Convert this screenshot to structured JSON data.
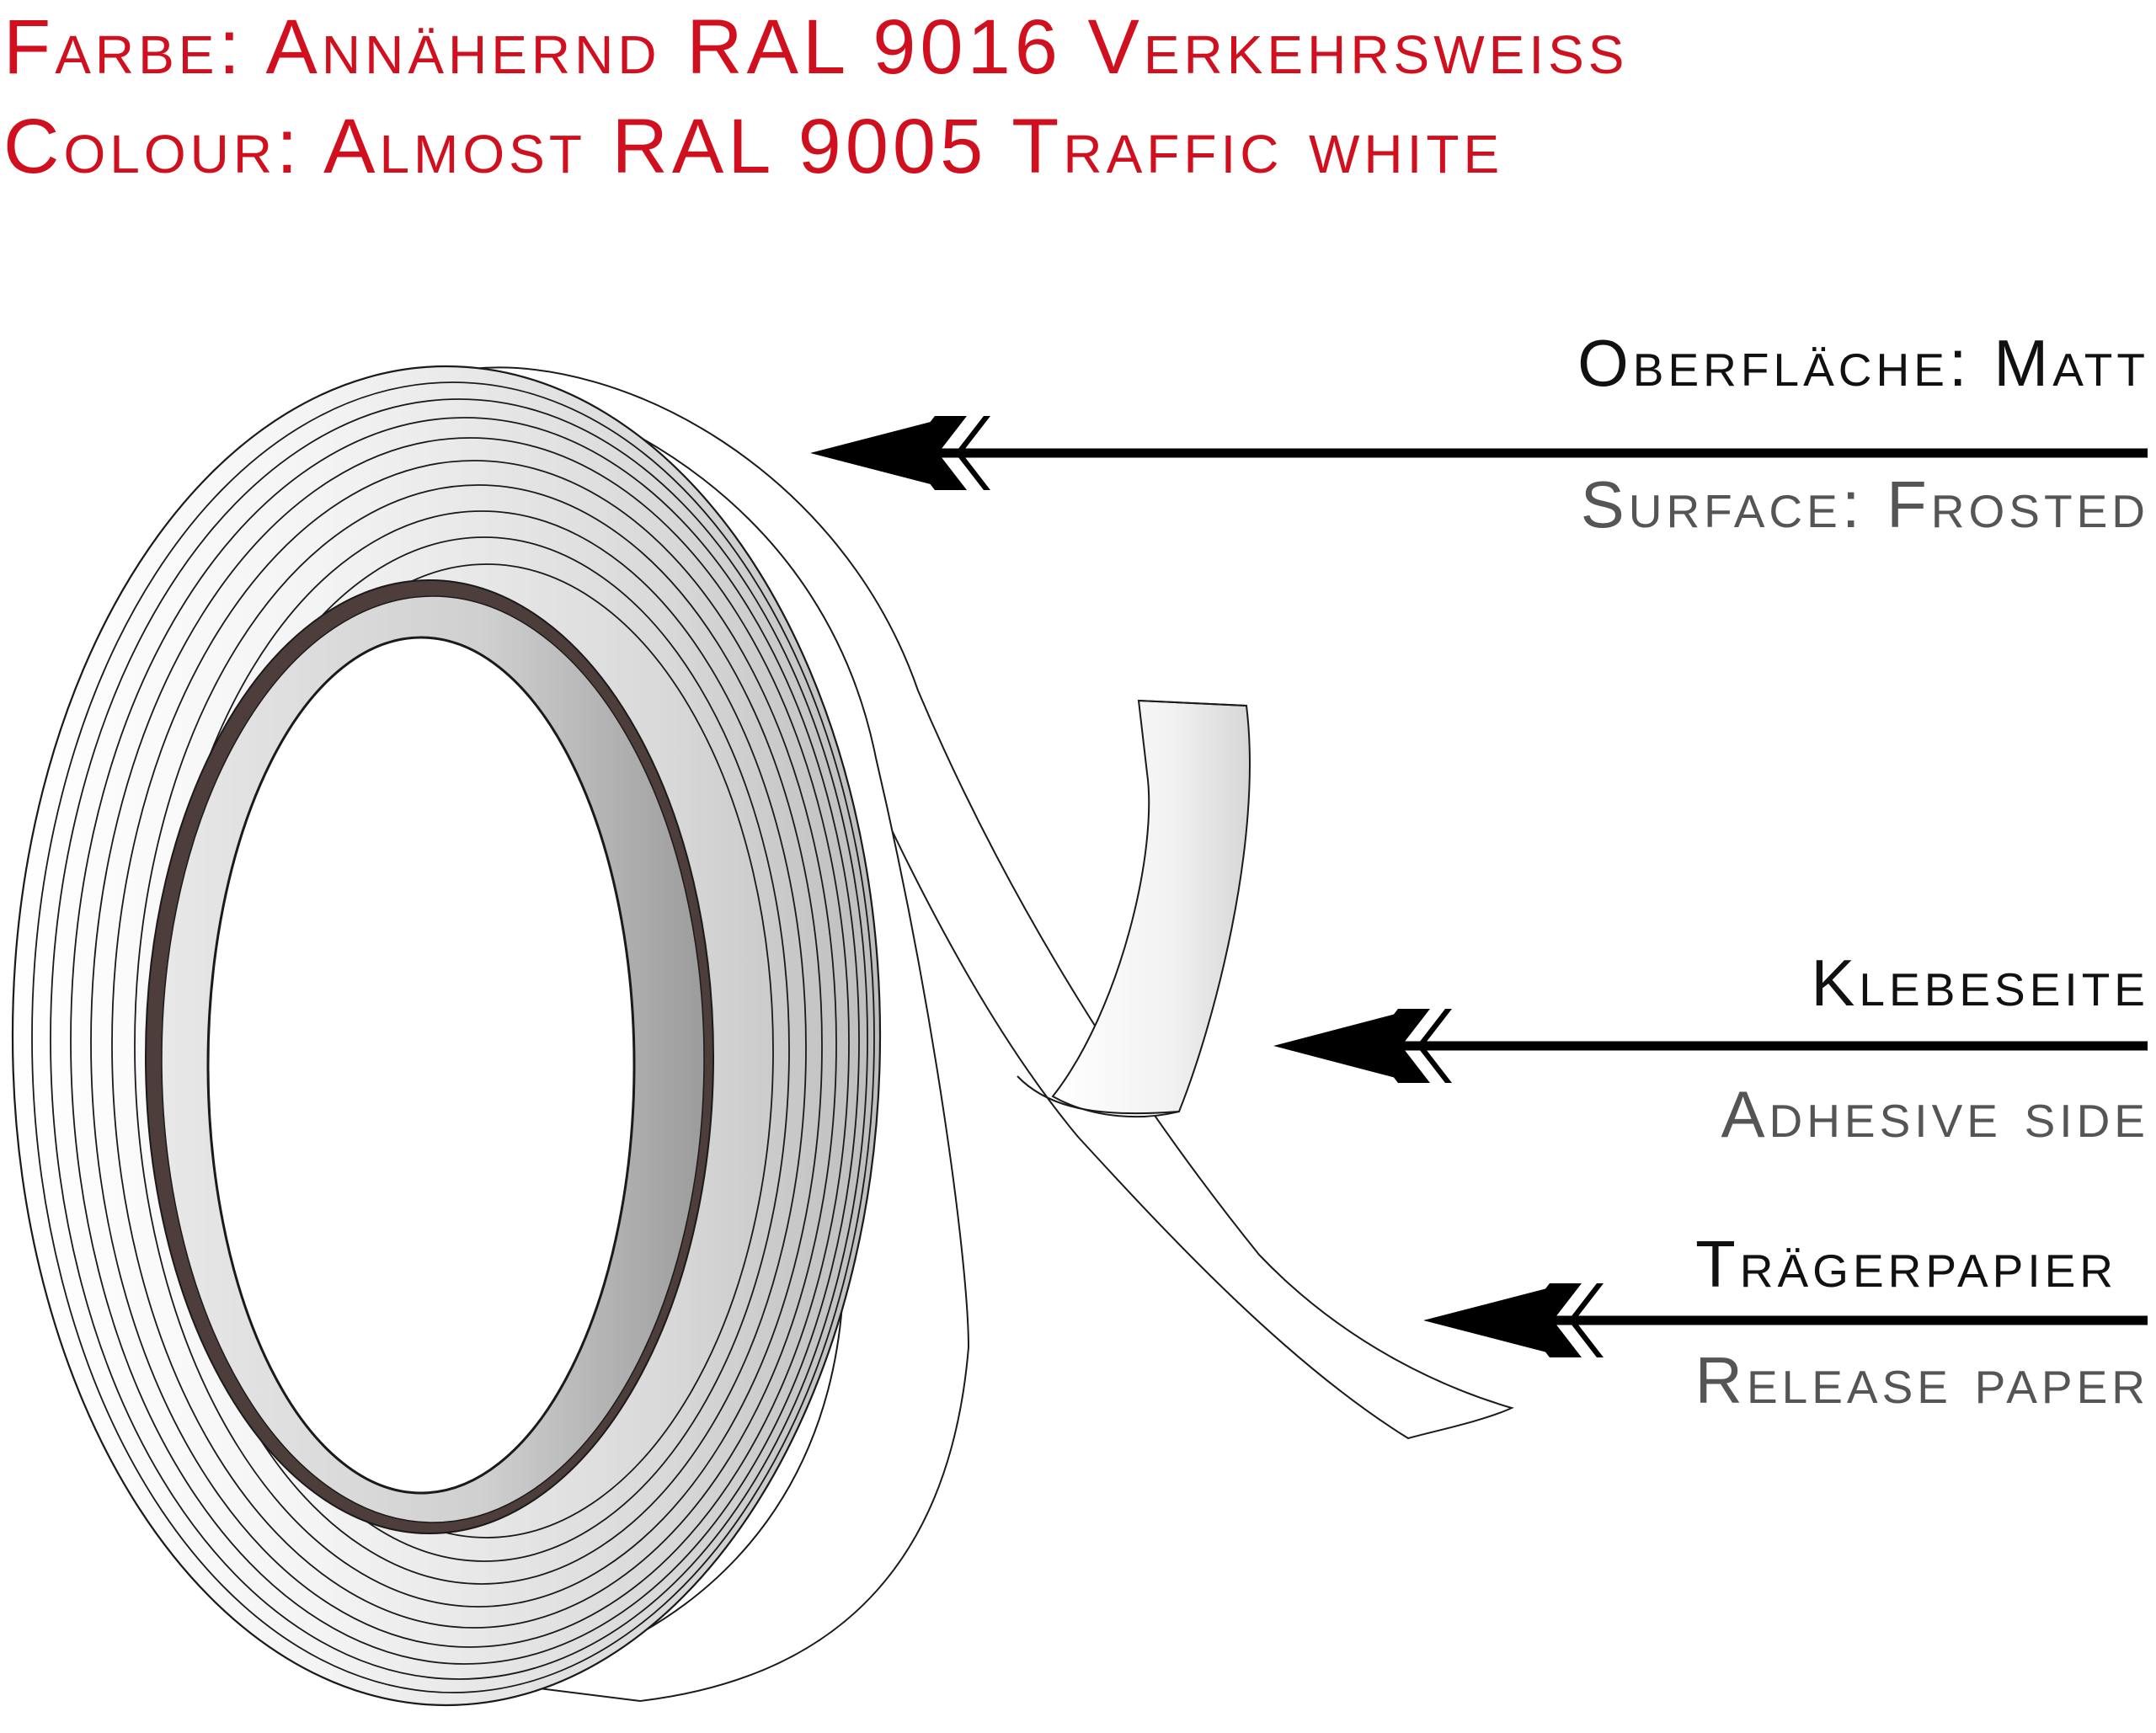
{
  "header": {
    "line_de": "Farbe: Annähernd RAL 9016 Verkehrsweiss",
    "line_en": "Colour: Almost RAL 9005 Traffic white",
    "color": "#d0101e"
  },
  "callouts": {
    "surface": {
      "de": "Oberfläche: Matt",
      "en": "Surface: Frosted"
    },
    "adhesive": {
      "de": "Klebeseite",
      "en": "Adhesive side"
    },
    "release": {
      "de": "Trägerpapier",
      "en": "Release paper"
    }
  },
  "colors": {
    "primary_text": "#111111",
    "secondary_text": "#555555",
    "arrow": "#000000",
    "core_ring": "#4e3e3b"
  }
}
